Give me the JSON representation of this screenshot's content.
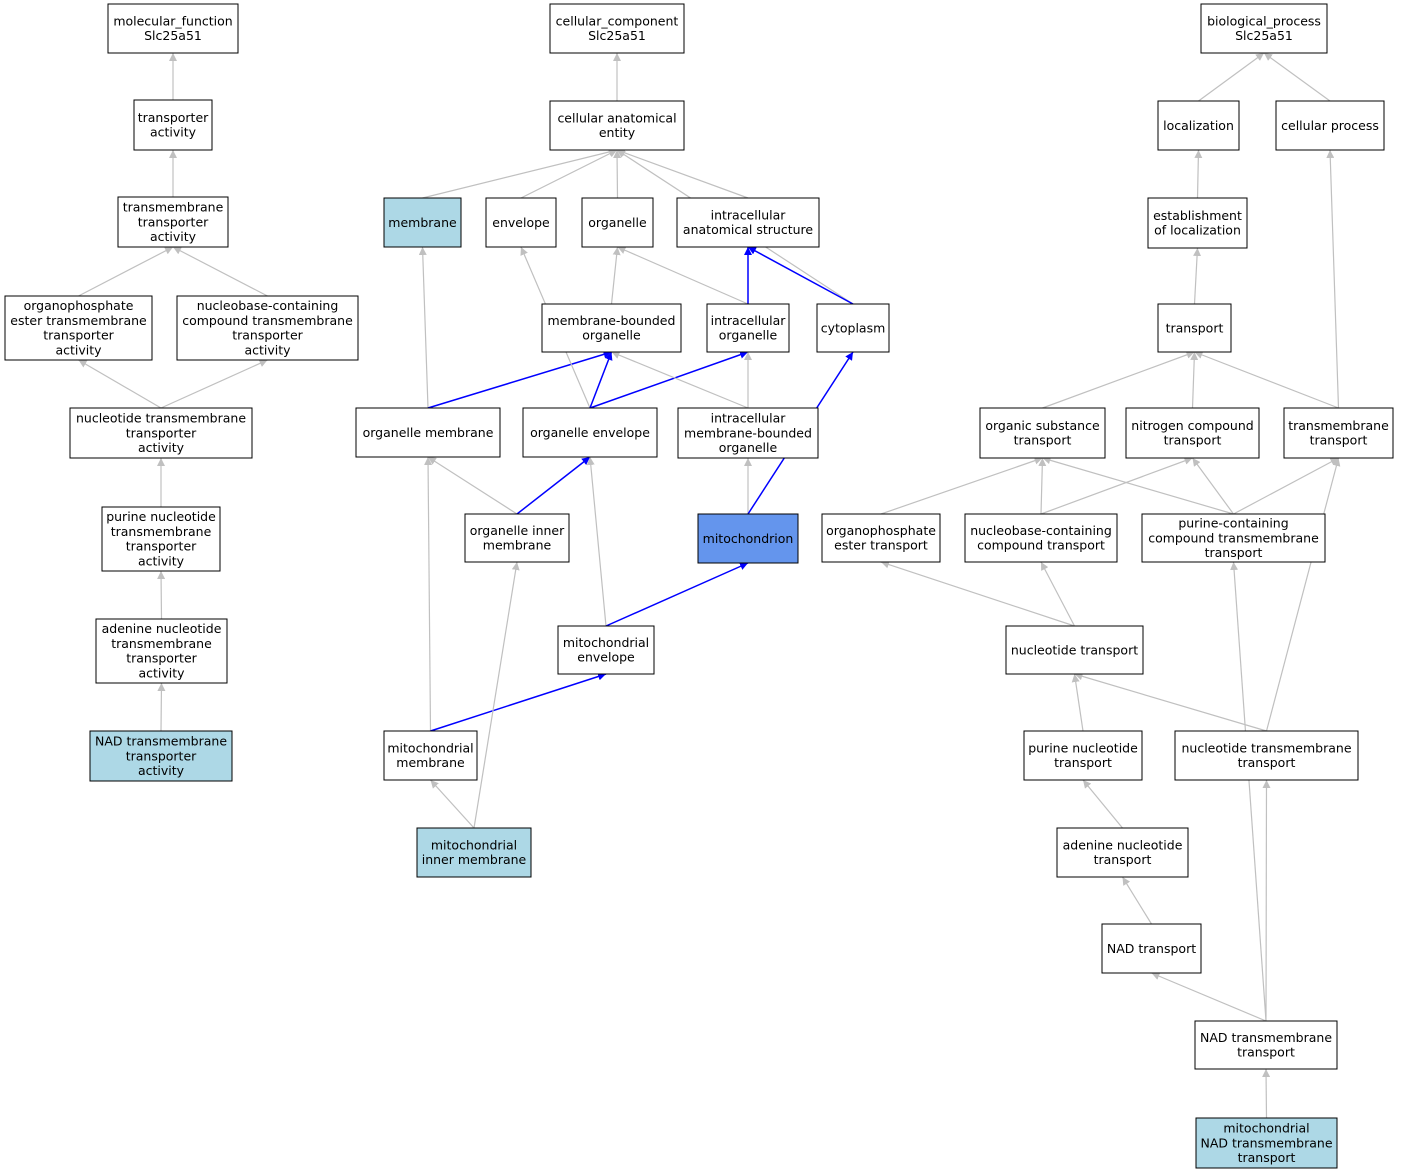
{
  "colors": {
    "plain_fill": "#ffffff",
    "annotated_fill": "#add8e6",
    "focus_fill": "#6495ed",
    "edge_gray": "#c0c0c0",
    "edge_blue": "#0000ff"
  },
  "nodes": [
    {
      "id": "mf",
      "lines": [
        "molecular_function",
        "Slc25a51"
      ],
      "style": "plain"
    },
    {
      "id": "ta",
      "lines": [
        "transporter",
        "activity"
      ],
      "style": "plain"
    },
    {
      "id": "tta",
      "lines": [
        "transmembrane",
        "transporter",
        "activity"
      ],
      "style": "plain"
    },
    {
      "id": "oeta",
      "lines": [
        "organophosphate",
        "ester transmembrane",
        "transporter",
        "activity"
      ],
      "style": "plain"
    },
    {
      "id": "ncta",
      "lines": [
        "nucleobase-containing",
        "compound transmembrane",
        "transporter",
        "activity"
      ],
      "style": "plain"
    },
    {
      "id": "nta",
      "lines": [
        "nucleotide transmembrane",
        "transporter",
        "activity"
      ],
      "style": "plain"
    },
    {
      "id": "pnta",
      "lines": [
        "purine nucleotide",
        "transmembrane",
        "transporter",
        "activity"
      ],
      "style": "plain"
    },
    {
      "id": "anta",
      "lines": [
        "adenine nucleotide",
        "transmembrane",
        "transporter",
        "activity"
      ],
      "style": "plain"
    },
    {
      "id": "nadta",
      "lines": [
        "NAD transmembrane",
        "transporter",
        "activity"
      ],
      "style": "annotated"
    },
    {
      "id": "cc",
      "lines": [
        "cellular_component",
        "Slc25a51"
      ],
      "style": "plain"
    },
    {
      "id": "cae",
      "lines": [
        "cellular anatomical",
        "entity"
      ],
      "style": "plain"
    },
    {
      "id": "mem",
      "lines": [
        "membrane"
      ],
      "style": "annotated"
    },
    {
      "id": "env",
      "lines": [
        "envelope"
      ],
      "style": "plain"
    },
    {
      "id": "org",
      "lines": [
        "organelle"
      ],
      "style": "plain"
    },
    {
      "id": "ias",
      "lines": [
        "intracellular",
        "anatomical structure"
      ],
      "style": "plain"
    },
    {
      "id": "mbo",
      "lines": [
        "membrane-bounded",
        "organelle"
      ],
      "style": "plain"
    },
    {
      "id": "io",
      "lines": [
        "intracellular",
        "organelle"
      ],
      "style": "plain"
    },
    {
      "id": "cyto",
      "lines": [
        "cytoplasm"
      ],
      "style": "plain"
    },
    {
      "id": "om",
      "lines": [
        "organelle membrane"
      ],
      "style": "plain"
    },
    {
      "id": "oe",
      "lines": [
        "organelle envelope"
      ],
      "style": "plain"
    },
    {
      "id": "imbo",
      "lines": [
        "intracellular",
        "membrane-bounded",
        "organelle"
      ],
      "style": "plain"
    },
    {
      "id": "oim",
      "lines": [
        "organelle inner",
        "membrane"
      ],
      "style": "plain"
    },
    {
      "id": "mito",
      "lines": [
        "mitochondrion"
      ],
      "style": "focus"
    },
    {
      "id": "me",
      "lines": [
        "mitochondrial",
        "envelope"
      ],
      "style": "plain"
    },
    {
      "id": "mm",
      "lines": [
        "mitochondrial",
        "membrane"
      ],
      "style": "plain"
    },
    {
      "id": "mim",
      "lines": [
        "mitochondrial",
        "inner membrane"
      ],
      "style": "annotated"
    },
    {
      "id": "bp",
      "lines": [
        "biological_process",
        "Slc25a51"
      ],
      "style": "plain"
    },
    {
      "id": "loc",
      "lines": [
        "localization"
      ],
      "style": "plain"
    },
    {
      "id": "cp",
      "lines": [
        "cellular process"
      ],
      "style": "plain"
    },
    {
      "id": "eol",
      "lines": [
        "establishment",
        "of localization"
      ],
      "style": "plain"
    },
    {
      "id": "tr",
      "lines": [
        "transport"
      ],
      "style": "plain"
    },
    {
      "id": "ost",
      "lines": [
        "organic substance",
        "transport"
      ],
      "style": "plain"
    },
    {
      "id": "nct",
      "lines": [
        "nitrogen compound",
        "transport"
      ],
      "style": "plain"
    },
    {
      "id": "tmt",
      "lines": [
        "transmembrane",
        "transport"
      ],
      "style": "plain"
    },
    {
      "id": "oet",
      "lines": [
        "organophosphate",
        "ester transport"
      ],
      "style": "plain"
    },
    {
      "id": "ncct",
      "lines": [
        "nucleobase-containing",
        "compound transport"
      ],
      "style": "plain"
    },
    {
      "id": "pctt",
      "lines": [
        "purine-containing",
        "compound transmembrane",
        "transport"
      ],
      "style": "plain"
    },
    {
      "id": "nt",
      "lines": [
        "nucleotide transport"
      ],
      "style": "plain"
    },
    {
      "id": "pnt",
      "lines": [
        "purine nucleotide",
        "transport"
      ],
      "style": "plain"
    },
    {
      "id": "ntt",
      "lines": [
        "nucleotide transmembrane",
        "transport"
      ],
      "style": "plain"
    },
    {
      "id": "ant",
      "lines": [
        "adenine nucleotide",
        "transport"
      ],
      "style": "plain"
    },
    {
      "id": "nadt",
      "lines": [
        "NAD transport"
      ],
      "style": "plain"
    },
    {
      "id": "nadtt",
      "lines": [
        "NAD transmembrane",
        "transport"
      ],
      "style": "plain"
    },
    {
      "id": "mnadtt",
      "lines": [
        "mitochondrial",
        "NAD transmembrane",
        "transport"
      ],
      "style": "annotated"
    }
  ],
  "edges": [
    {
      "from": "ta",
      "to": "mf",
      "color": "gray"
    },
    {
      "from": "tta",
      "to": "ta",
      "color": "gray"
    },
    {
      "from": "oeta",
      "to": "tta",
      "color": "gray"
    },
    {
      "from": "ncta",
      "to": "tta",
      "color": "gray"
    },
    {
      "from": "nta",
      "to": "oeta",
      "color": "gray"
    },
    {
      "from": "nta",
      "to": "ncta",
      "color": "gray"
    },
    {
      "from": "pnta",
      "to": "nta",
      "color": "gray"
    },
    {
      "from": "anta",
      "to": "pnta",
      "color": "gray"
    },
    {
      "from": "nadta",
      "to": "anta",
      "color": "gray"
    },
    {
      "from": "cae",
      "to": "cc",
      "color": "gray"
    },
    {
      "from": "mem",
      "to": "cae",
      "color": "gray"
    },
    {
      "from": "env",
      "to": "cae",
      "color": "gray"
    },
    {
      "from": "org",
      "to": "cae",
      "color": "gray"
    },
    {
      "from": "ias",
      "to": "cae",
      "color": "gray"
    },
    {
      "from": "cyto",
      "to": "cae",
      "color": "gray"
    },
    {
      "from": "mbo",
      "to": "org",
      "color": "gray"
    },
    {
      "from": "io",
      "to": "org",
      "color": "gray"
    },
    {
      "from": "io",
      "to": "ias",
      "color": "blue"
    },
    {
      "from": "cyto",
      "to": "ias",
      "color": "blue"
    },
    {
      "from": "om",
      "to": "mem",
      "color": "gray"
    },
    {
      "from": "om",
      "to": "mbo",
      "color": "blue"
    },
    {
      "from": "oe",
      "to": "env",
      "color": "gray"
    },
    {
      "from": "oe",
      "to": "mbo",
      "color": "blue"
    },
    {
      "from": "oe",
      "to": "io",
      "color": "blue"
    },
    {
      "from": "imbo",
      "to": "mbo",
      "color": "gray"
    },
    {
      "from": "imbo",
      "to": "io",
      "color": "gray"
    },
    {
      "from": "oim",
      "to": "om",
      "color": "gray"
    },
    {
      "from": "oim",
      "to": "oe",
      "color": "blue"
    },
    {
      "from": "mito",
      "to": "imbo",
      "color": "gray"
    },
    {
      "from": "mito",
      "to": "cyto",
      "color": "blue"
    },
    {
      "from": "me",
      "to": "oe",
      "color": "gray"
    },
    {
      "from": "me",
      "to": "mito",
      "color": "blue"
    },
    {
      "from": "mm",
      "to": "om",
      "color": "gray"
    },
    {
      "from": "mm",
      "to": "me",
      "color": "blue"
    },
    {
      "from": "mim",
      "to": "mm",
      "color": "gray"
    },
    {
      "from": "mim",
      "to": "oim",
      "color": "gray"
    },
    {
      "from": "loc",
      "to": "bp",
      "color": "gray"
    },
    {
      "from": "cp",
      "to": "bp",
      "color": "gray"
    },
    {
      "from": "eol",
      "to": "loc",
      "color": "gray"
    },
    {
      "from": "tr",
      "to": "eol",
      "color": "gray"
    },
    {
      "from": "ost",
      "to": "tr",
      "color": "gray"
    },
    {
      "from": "nct",
      "to": "tr",
      "color": "gray"
    },
    {
      "from": "tmt",
      "to": "tr",
      "color": "gray"
    },
    {
      "from": "tmt",
      "to": "cp",
      "color": "gray"
    },
    {
      "from": "oet",
      "to": "ost",
      "color": "gray"
    },
    {
      "from": "ncct",
      "to": "ost",
      "color": "gray"
    },
    {
      "from": "ncct",
      "to": "nct",
      "color": "gray"
    },
    {
      "from": "pctt",
      "to": "ost",
      "color": "gray"
    },
    {
      "from": "pctt",
      "to": "nct",
      "color": "gray"
    },
    {
      "from": "pctt",
      "to": "tmt",
      "color": "gray"
    },
    {
      "from": "nt",
      "to": "oet",
      "color": "gray"
    },
    {
      "from": "nt",
      "to": "ncct",
      "color": "gray"
    },
    {
      "from": "pnt",
      "to": "nt",
      "color": "gray"
    },
    {
      "from": "ntt",
      "to": "nt",
      "color": "gray"
    },
    {
      "from": "ntt",
      "to": "tmt",
      "color": "gray"
    },
    {
      "from": "ant",
      "to": "pnt",
      "color": "gray"
    },
    {
      "from": "nadt",
      "to": "ant",
      "color": "gray"
    },
    {
      "from": "nadtt",
      "to": "nadt",
      "color": "gray"
    },
    {
      "from": "nadtt",
      "to": "ntt",
      "color": "gray"
    },
    {
      "from": "nadtt",
      "to": "pctt",
      "color": "gray"
    },
    {
      "from": "mnadtt",
      "to": "nadtt",
      "color": "gray"
    }
  ]
}
